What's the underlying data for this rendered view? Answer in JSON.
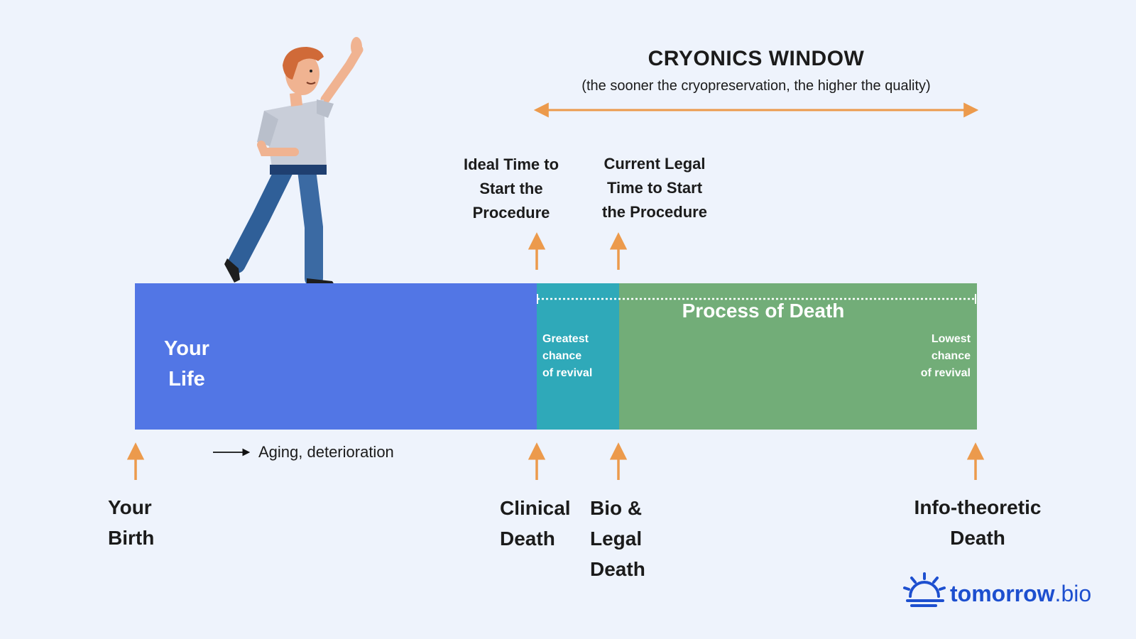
{
  "window": {
    "title": "CRYONICS WINDOW",
    "subtitle": "(the sooner the cryopreservation, the higher the quality)"
  },
  "top_labels": {
    "ideal": [
      "Ideal Time to",
      "Start the",
      "Procedure"
    ],
    "legal": [
      "Current Legal",
      "Time to Start",
      "the Procedure"
    ]
  },
  "bar": {
    "life": [
      "Your",
      "Life"
    ],
    "process": "Process of Death",
    "greatest": [
      "Greatest",
      "chance",
      "of revival"
    ],
    "lowest": [
      "Lowest",
      "chance",
      "of revival"
    ]
  },
  "aging_note": "Aging, deterioration",
  "milestones": {
    "birth": [
      "Your",
      "Birth"
    ],
    "clinical": [
      "Clinical",
      "Death"
    ],
    "bio_legal": [
      "Bio &",
      "Legal",
      "Death"
    ],
    "info": [
      "Info-theoretic",
      "Death"
    ]
  },
  "logo": {
    "name": "tomorrow",
    "suffix": ".bio"
  },
  "colors": {
    "life": "#5276e5",
    "greatest_chance": "#2fa9b9",
    "process_of_death": "#72ad78",
    "arrows": "#ec9a4c",
    "logo": "#1d4fcf"
  }
}
